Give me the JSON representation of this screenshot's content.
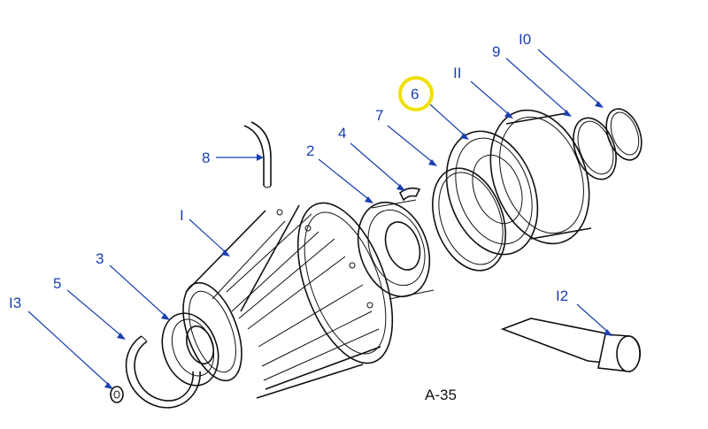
{
  "figure_code": "A-35",
  "highlight_color": "#f0e000",
  "callout_color": "#1a3fb0",
  "callouts": [
    {
      "id": "1",
      "label": "I"
    },
    {
      "id": "2",
      "label": "2"
    },
    {
      "id": "3",
      "label": "3"
    },
    {
      "id": "4",
      "label": "4"
    },
    {
      "id": "5",
      "label": "5"
    },
    {
      "id": "6",
      "label": "6",
      "highlighted": true
    },
    {
      "id": "7",
      "label": "7"
    },
    {
      "id": "8",
      "label": "8"
    },
    {
      "id": "9",
      "label": "9"
    },
    {
      "id": "10",
      "label": "I0"
    },
    {
      "id": "11",
      "label": "II"
    },
    {
      "id": "12",
      "label": "I2"
    },
    {
      "id": "13",
      "label": "I3"
    }
  ]
}
